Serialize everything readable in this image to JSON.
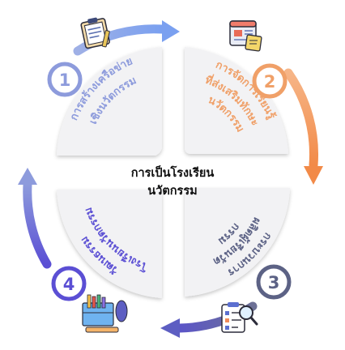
{
  "center": {
    "line1": "การเป็นโรงเรียน",
    "line2": "นวัตกรรม"
  },
  "steps": [
    {
      "number": "1",
      "line1": "การสร้างเครือข่าย",
      "line2": "เชิงนวัตกรรม",
      "color": "#8d9bdc",
      "icon": "clipboard-icon"
    },
    {
      "number": "2",
      "line1": "การจัดการเรียนรู้",
      "line2": "ที่ส่งเสริมทักษะ",
      "line3": "นวัตกรรม",
      "color": "#f0a068",
      "icon": "web-document-icon"
    },
    {
      "number": "3",
      "line1": "กระบวนการ",
      "line2": "ผลิตผู้เรียนวัต",
      "line3": "กรรม",
      "color": "#5c6285",
      "icon": "checklist-magnifier-icon"
    },
    {
      "number": "4",
      "line1": "วัฒนธรรม",
      "line2": "โรงเรียนนวัตกรรม",
      "color": "#5b4fd4",
      "icon": "books-stationery-icon"
    }
  ]
}
